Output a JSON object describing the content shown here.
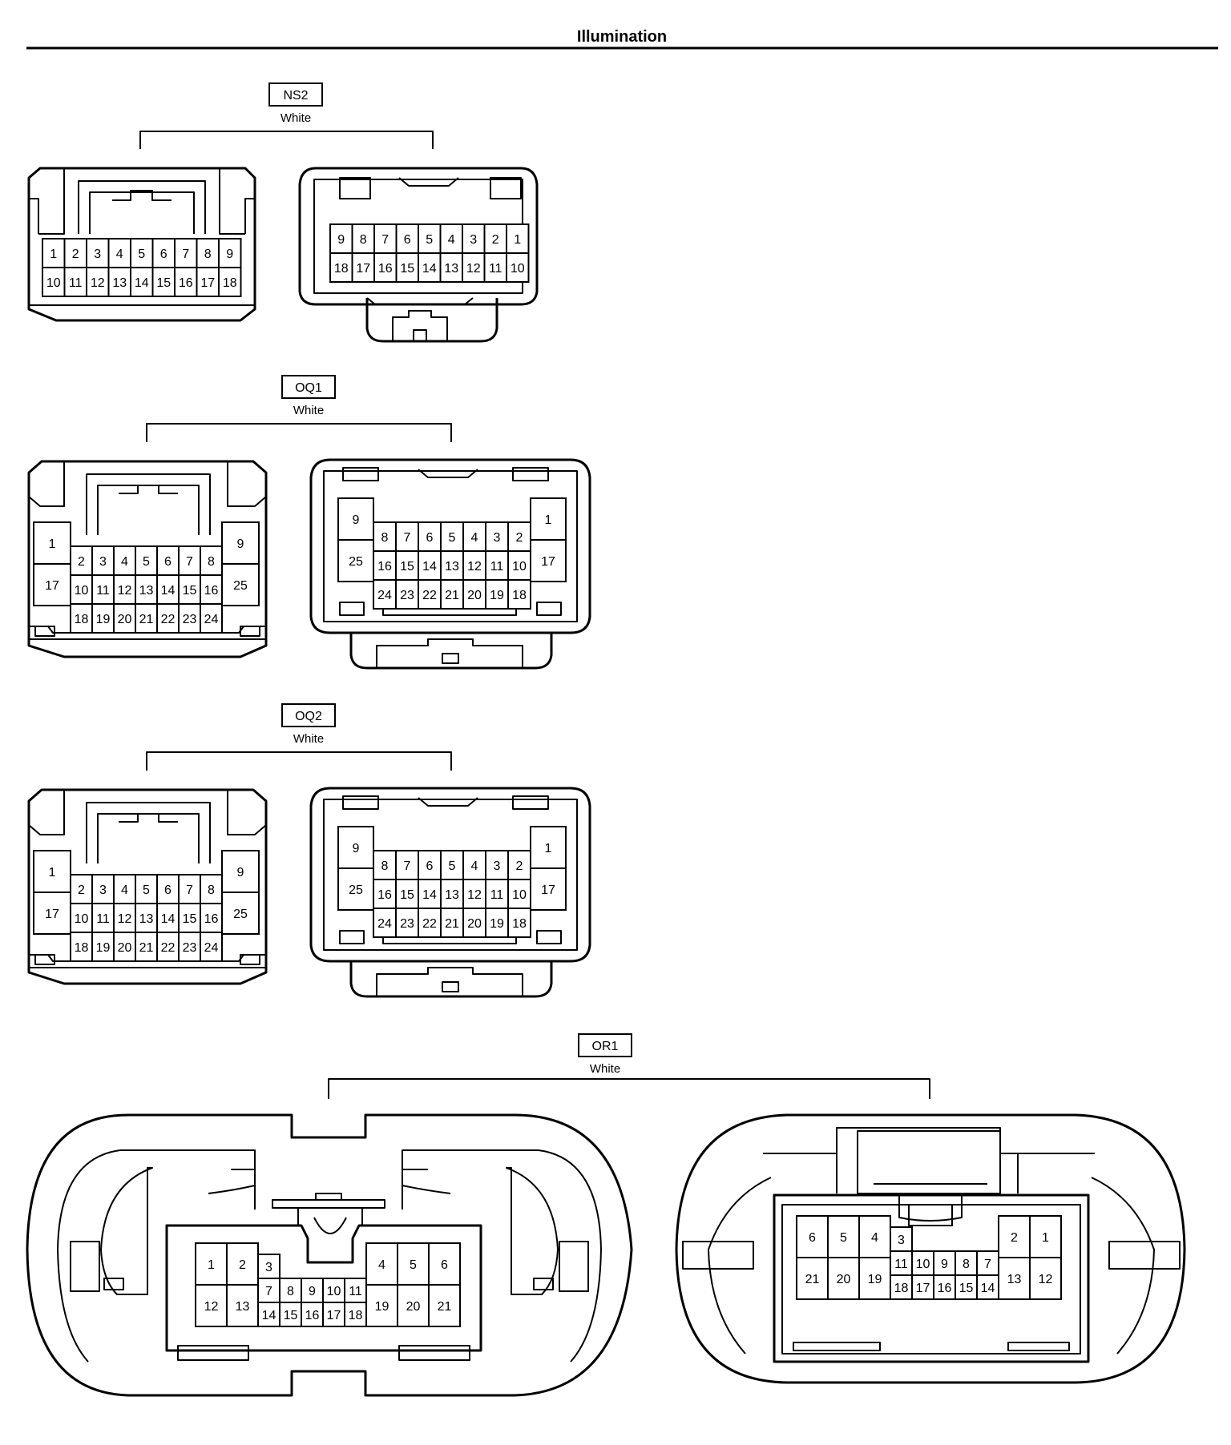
{
  "page": {
    "title": "Illumination"
  },
  "connectors": [
    {
      "id": "ns2",
      "code": "NS2",
      "color": "White",
      "male_rows": [
        [
          "1",
          "2",
          "3",
          "4",
          "5",
          "6",
          "7",
          "8",
          "9"
        ],
        [
          "10",
          "11",
          "12",
          "13",
          "14",
          "15",
          "16",
          "17",
          "18"
        ]
      ],
      "female_rows": [
        [
          "9",
          "8",
          "7",
          "6",
          "5",
          "4",
          "3",
          "2",
          "1"
        ],
        [
          "18",
          "17",
          "16",
          "15",
          "14",
          "13",
          "12",
          "11",
          "10"
        ]
      ]
    },
    {
      "id": "oq1",
      "code": "OQ1",
      "color": "White",
      "male": {
        "left_tall": [
          "1",
          "17"
        ],
        "rows": [
          [
            "2",
            "3",
            "4",
            "5",
            "6",
            "7",
            "8"
          ],
          [
            "10",
            "11",
            "12",
            "13",
            "14",
            "15",
            "16"
          ],
          [
            "18",
            "19",
            "20",
            "21",
            "22",
            "23",
            "24"
          ]
        ],
        "right_tall": [
          "9",
          "25"
        ]
      },
      "female": {
        "left_tall": [
          "9",
          "25"
        ],
        "rows": [
          [
            "8",
            "7",
            "6",
            "5",
            "4",
            "3",
            "2"
          ],
          [
            "16",
            "15",
            "14",
            "13",
            "12",
            "11",
            "10"
          ],
          [
            "24",
            "23",
            "22",
            "21",
            "20",
            "19",
            "18"
          ]
        ],
        "right_tall": [
          "1",
          "17"
        ]
      }
    },
    {
      "id": "oq2",
      "code": "OQ2",
      "color": "White",
      "male": {
        "left_tall": [
          "1",
          "17"
        ],
        "rows": [
          [
            "2",
            "3",
            "4",
            "5",
            "6",
            "7",
            "8"
          ],
          [
            "10",
            "11",
            "12",
            "13",
            "14",
            "15",
            "16"
          ],
          [
            "18",
            "19",
            "20",
            "21",
            "22",
            "23",
            "24"
          ]
        ],
        "right_tall": [
          "9",
          "25"
        ]
      },
      "female": {
        "left_tall": [
          "9",
          "25"
        ],
        "rows": [
          [
            "8",
            "7",
            "6",
            "5",
            "4",
            "3",
            "2"
          ],
          [
            "16",
            "15",
            "14",
            "13",
            "12",
            "11",
            "10"
          ],
          [
            "24",
            "23",
            "22",
            "21",
            "20",
            "19",
            "18"
          ]
        ],
        "right_tall": [
          "1",
          "17"
        ]
      }
    },
    {
      "id": "or1",
      "code": "OR1",
      "color": "White",
      "male": {
        "left": [
          [
            "1",
            "2"
          ],
          [
            "12",
            "13"
          ]
        ],
        "mid_top": "3",
        "mid_rows": [
          [
            "7",
            "8",
            "9",
            "10",
            "11"
          ],
          [
            "14",
            "15",
            "16",
            "17",
            "18"
          ]
        ],
        "right": [
          [
            "4",
            "5",
            "6"
          ],
          [
            "19",
            "20",
            "21"
          ]
        ]
      },
      "female": {
        "left": [
          [
            "6",
            "5",
            "4"
          ],
          [
            "21",
            "20",
            "19"
          ]
        ],
        "mid_top": "3",
        "mid_rows": [
          [
            "11",
            "10",
            "9",
            "8",
            "7"
          ],
          [
            "18",
            "17",
            "16",
            "15",
            "14"
          ]
        ],
        "right": [
          [
            "2",
            "1"
          ],
          [
            "13",
            "12"
          ]
        ]
      }
    }
  ]
}
